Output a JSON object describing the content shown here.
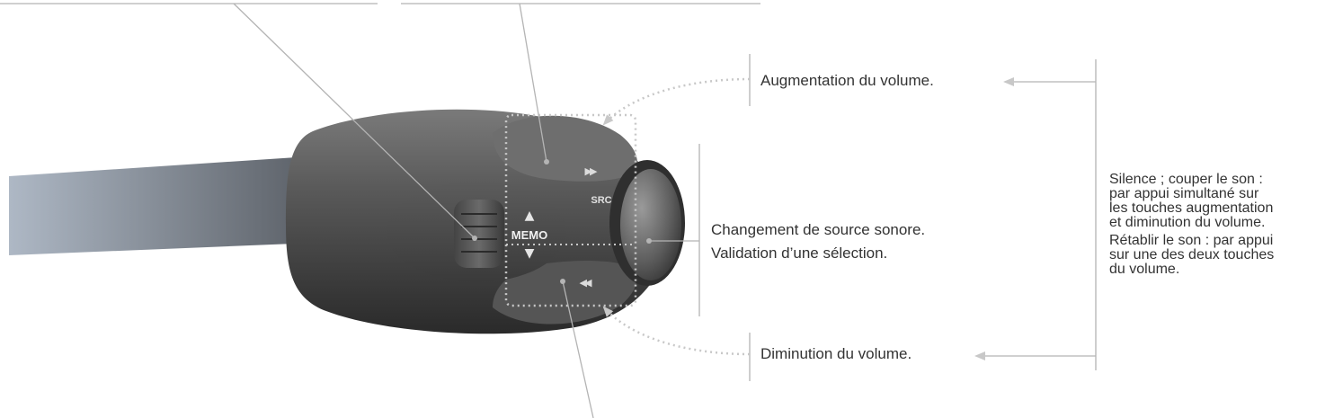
{
  "stalk": {
    "buttons": {
      "memo_label": "MEMO",
      "src_label": "SRC",
      "volume_up_glyph": "▶▶",
      "volume_down_glyph": "◀◀",
      "memo_up_glyph": "▲",
      "memo_down_glyph": "▼"
    }
  },
  "labels": {
    "volume_up": "Augmentation du volume.",
    "volume_down": "Diminution du volume.",
    "source_change": "Changement de source sonore.",
    "validate": "Validation d’une sélection.",
    "mute_lines": [
      "Silence ; couper le son :",
      "par appui simultané sur",
      "les touches augmentation",
      "et diminution du volume."
    ],
    "unmute_lines": [
      "Rétablir le son : par appui",
      "sur une des deux touches",
      "du volume."
    ]
  },
  "colors": {
    "body_dark": "#3a3a3a",
    "body_mid": "#6d6d6d",
    "body_light": "#9a9a9a",
    "stalk_start": "#5a5f66",
    "stalk_end": "#aeb8c5",
    "leader_line": "#b4b4b4",
    "dotted_arrow": "#b4b4b4",
    "text": "#333333"
  }
}
